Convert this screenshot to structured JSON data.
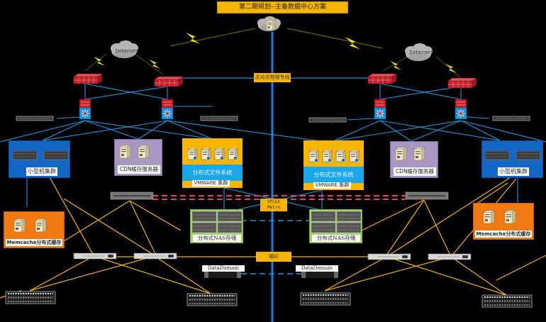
{
  "title": "第二期规划--主备数据中心方案",
  "labels": {
    "internet_left": "Internet",
    "internet_right": "Internet",
    "p2p_link": "点对点物理专线",
    "vplex_line1": "VPLEX",
    "vplex_line2": "Metro",
    "fiber": "裸纤",
    "datadomain_left": "DataDomain",
    "datadomain_right": "DataDomain"
  },
  "left_site": {
    "minicomputer_cluster": "小型机集群",
    "cdn_cache": "CDN缓存服务器",
    "distributed_fs": "分布式文件系统",
    "vmware_cluster": "VMWARE 集群",
    "nas_storage": "分布式NAS存储",
    "memcache": "Memcache分布式缓存"
  },
  "right_site": {
    "minicomputer_cluster": "小型机集群",
    "cdn_cache": "CDN缓存服务器",
    "distributed_fs": "分布式文件系统",
    "vmware_cluster": "VMWARE 集群",
    "nas_storage": "分布式NAS存储",
    "memcache": "Memcache分布式缓存"
  },
  "colors": {
    "background": "#000000",
    "network_link": "#1a9ae0",
    "backbone": "#1a7fe0",
    "san_link": "#f0b21a",
    "replication": "#e0407a",
    "wan": "#f5e61a",
    "label_yellow": "#f7b500"
  }
}
